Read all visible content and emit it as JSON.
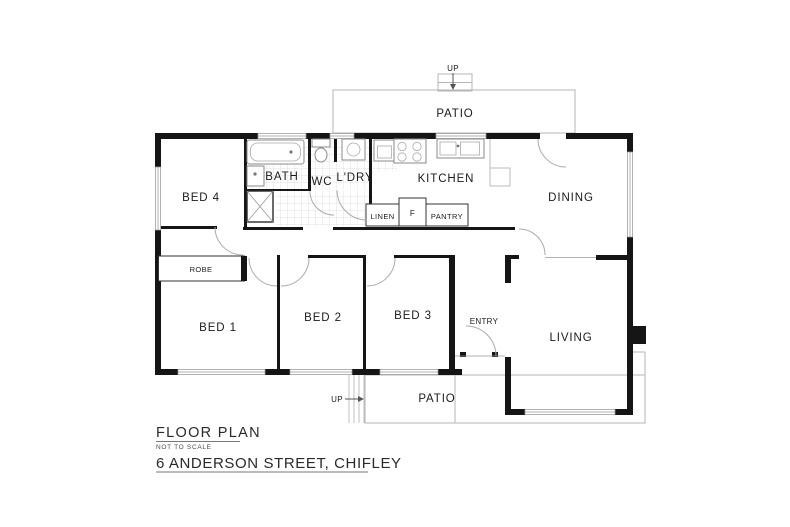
{
  "title_block": {
    "heading": "FLOOR PLAN",
    "scale_note": "NOT TO SCALE",
    "address": "6 ANDERSON STREET, CHIFLEY"
  },
  "rooms": {
    "bed1": "BED 1",
    "bed2": "BED 2",
    "bed3": "BED 3",
    "bed4": "BED 4",
    "bath": "BATH",
    "wc": "WC",
    "laundry": "L'DRY",
    "kitchen": "KITCHEN",
    "dining": "DINING",
    "living": "LIVING",
    "entry": "ENTRY",
    "patio_top": "PATIO",
    "patio_bottom": "PATIO"
  },
  "storage": {
    "robe": "ROBE",
    "linen": "LINEN",
    "pantry": "PANTRY",
    "fridge": "F"
  },
  "stairs": {
    "up_top": "UP",
    "up_bottom": "UP"
  },
  "colors": {
    "wall": "#151515",
    "thin_line": "#ababab",
    "text": "#1a1a1a",
    "background": "#ffffff"
  }
}
